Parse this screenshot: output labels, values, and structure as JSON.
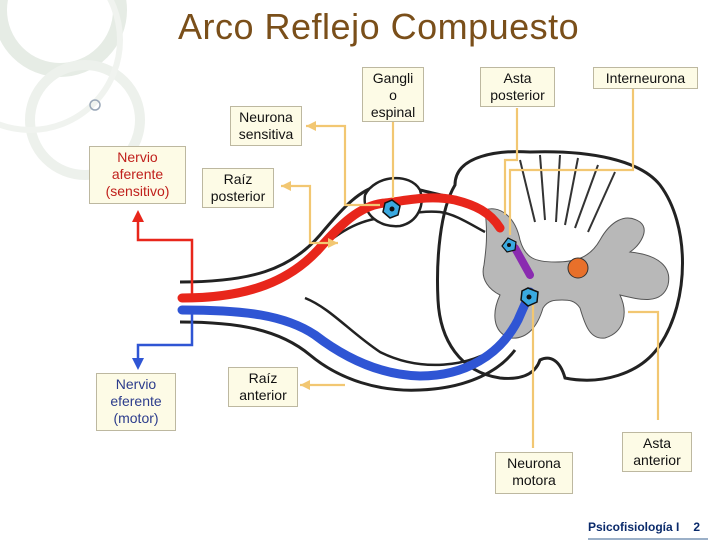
{
  "title": "Arco Reflejo Compuesto",
  "labels": {
    "ganglio_espinal": [
      "Gangli",
      "o",
      "espinal"
    ],
    "asta_posterior": [
      "Asta",
      "posterior"
    ],
    "interneurona": "Interneurona",
    "neurona_sensitiva": [
      "Neurona",
      "sensitiva"
    ],
    "nervio_aferente": [
      "Nervio",
      "aferente",
      "(sensitivo)"
    ],
    "raiz_posterior": [
      "Raíz",
      "posterior"
    ],
    "nervio_eferente": [
      "Nervio",
      "eferente",
      "(motor)"
    ],
    "raiz_anterior": [
      "Raíz",
      "anterior"
    ],
    "asta_anterior": [
      "Asta",
      "anterior"
    ],
    "neurona_motora": [
      "Neurona",
      "motora"
    ]
  },
  "footer": {
    "course": "Psicofisiología I",
    "page": "2"
  },
  "colors": {
    "sensory": "#e8261b",
    "motor": "#2f55d4",
    "pointer": "#f2c772",
    "grey_matter": "#b8b8b8",
    "title": "#7a4f1a"
  }
}
